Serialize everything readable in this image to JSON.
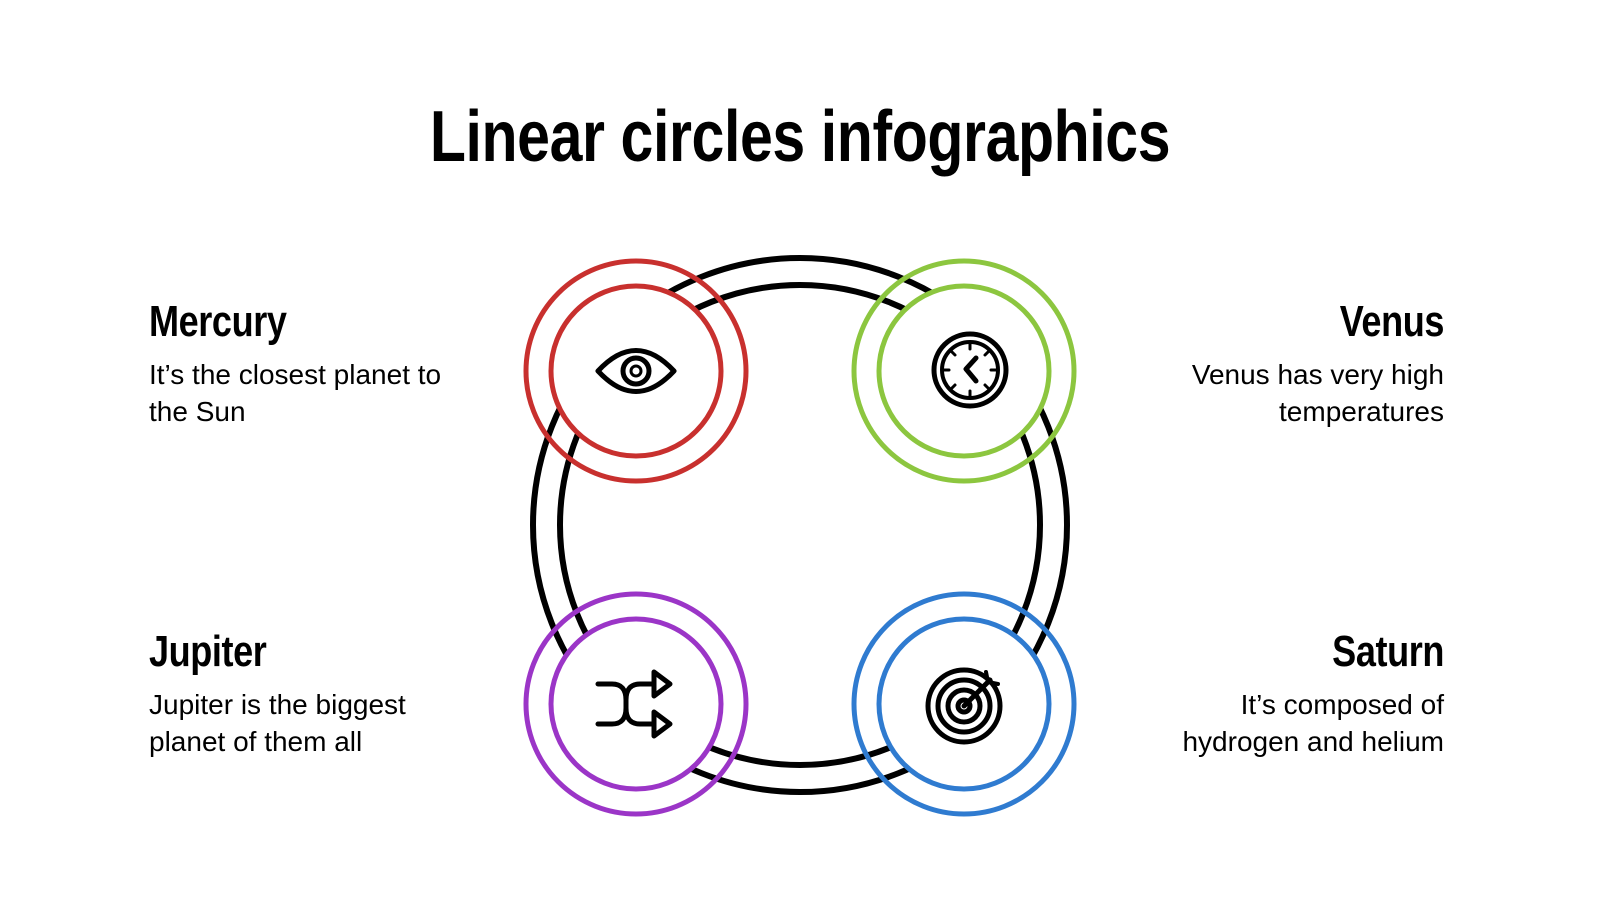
{
  "title": "Linear circles infographics",
  "colors": {
    "ring": "#000000",
    "mercury": "#c8302e",
    "venus": "#8cc63f",
    "jupiter": "#9b35c7",
    "saturn": "#2f7bd0"
  },
  "items": [
    {
      "name": "Mercury",
      "description": "It’s the closest planet to the Sun",
      "icon": "eye-icon",
      "color": "#c8302e",
      "position": "top-left"
    },
    {
      "name": "Venus",
      "description": "Venus has very high temperatures",
      "icon": "clock-icon",
      "color": "#8cc63f",
      "position": "top-right"
    },
    {
      "name": "Jupiter",
      "description": "Jupiter is the biggest planet of them all",
      "icon": "shuffle-icon",
      "color": "#9b35c7",
      "position": "bottom-left"
    },
    {
      "name": "Saturn",
      "description": "It’s composed of hydrogen and helium",
      "icon": "target-icon",
      "color": "#2f7bd0",
      "position": "bottom-right"
    }
  ]
}
